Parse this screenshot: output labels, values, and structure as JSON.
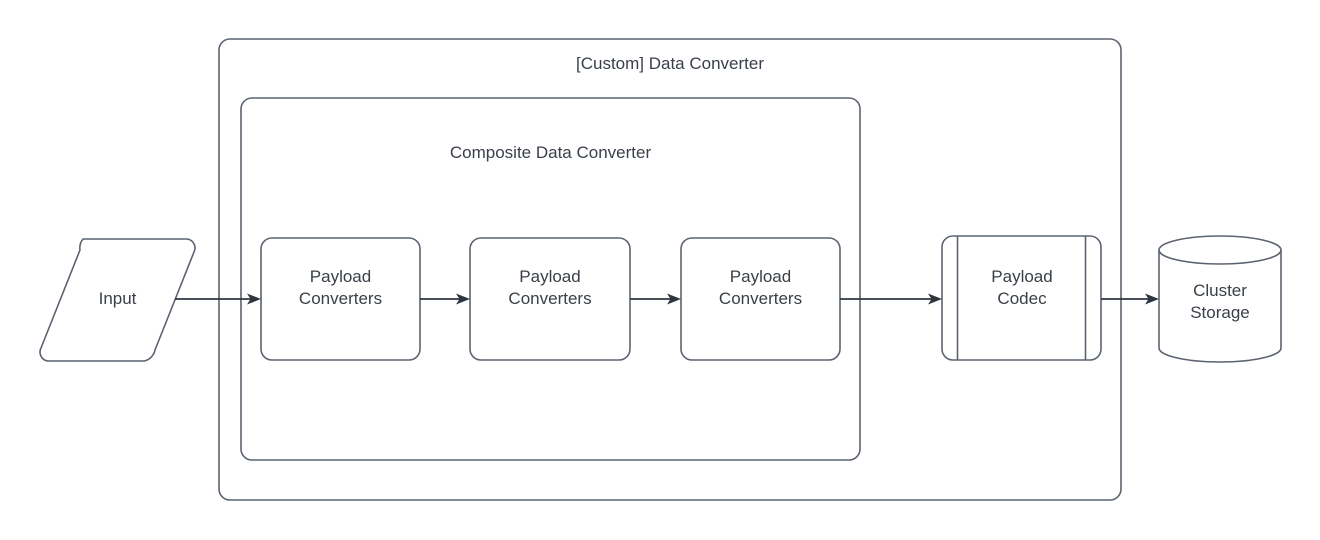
{
  "diagram": {
    "type": "flow-diagram",
    "title": "[Custom] Data Converter",
    "background_color": "#ffffff",
    "stroke_color": "#5c6370",
    "connector_color": "#2f3640",
    "text_color": "#3a4049",
    "containers": [
      {
        "id": "custom-data-converter",
        "label": "[Custom] Data Converter",
        "shape": "rounded-rectangle"
      },
      {
        "id": "composite-data-converter",
        "label": "Composite Data Converter",
        "shape": "rounded-rectangle"
      }
    ],
    "nodes": [
      {
        "id": "input",
        "label": "Input",
        "shape": "parallelogram"
      },
      {
        "id": "payload-converters-1",
        "label_line1": "Payload",
        "label_line2": "Converters",
        "shape": "rounded-rectangle"
      },
      {
        "id": "payload-converters-2",
        "label_line1": "Payload",
        "label_line2": "Converters",
        "shape": "rounded-rectangle"
      },
      {
        "id": "payload-converters-3",
        "label_line1": "Payload",
        "label_line2": "Converters",
        "shape": "rounded-rectangle"
      },
      {
        "id": "payload-codec",
        "label_line1": "Payload",
        "label_line2": "Codec",
        "shape": "predefined-process"
      },
      {
        "id": "cluster-storage",
        "label_line1": "Cluster",
        "label_line2": "Storage",
        "shape": "cylinder"
      }
    ],
    "edges": [
      {
        "id": "edge-input-to-pc1",
        "from": "input",
        "to": "payload-converters-1",
        "arrow": "open-triangle"
      },
      {
        "id": "edge-pc1-to-pc2",
        "from": "payload-converters-1",
        "to": "payload-converters-2",
        "arrow": "open-triangle"
      },
      {
        "id": "edge-pc2-to-pc3",
        "from": "payload-converters-2",
        "to": "payload-converters-3",
        "arrow": "open-triangle"
      },
      {
        "id": "edge-pc3-to-codec",
        "from": "payload-converters-3",
        "to": "payload-codec",
        "arrow": "open-triangle"
      },
      {
        "id": "edge-codec-to-storage",
        "from": "payload-codec",
        "to": "cluster-storage",
        "arrow": "open-triangle"
      }
    ]
  }
}
